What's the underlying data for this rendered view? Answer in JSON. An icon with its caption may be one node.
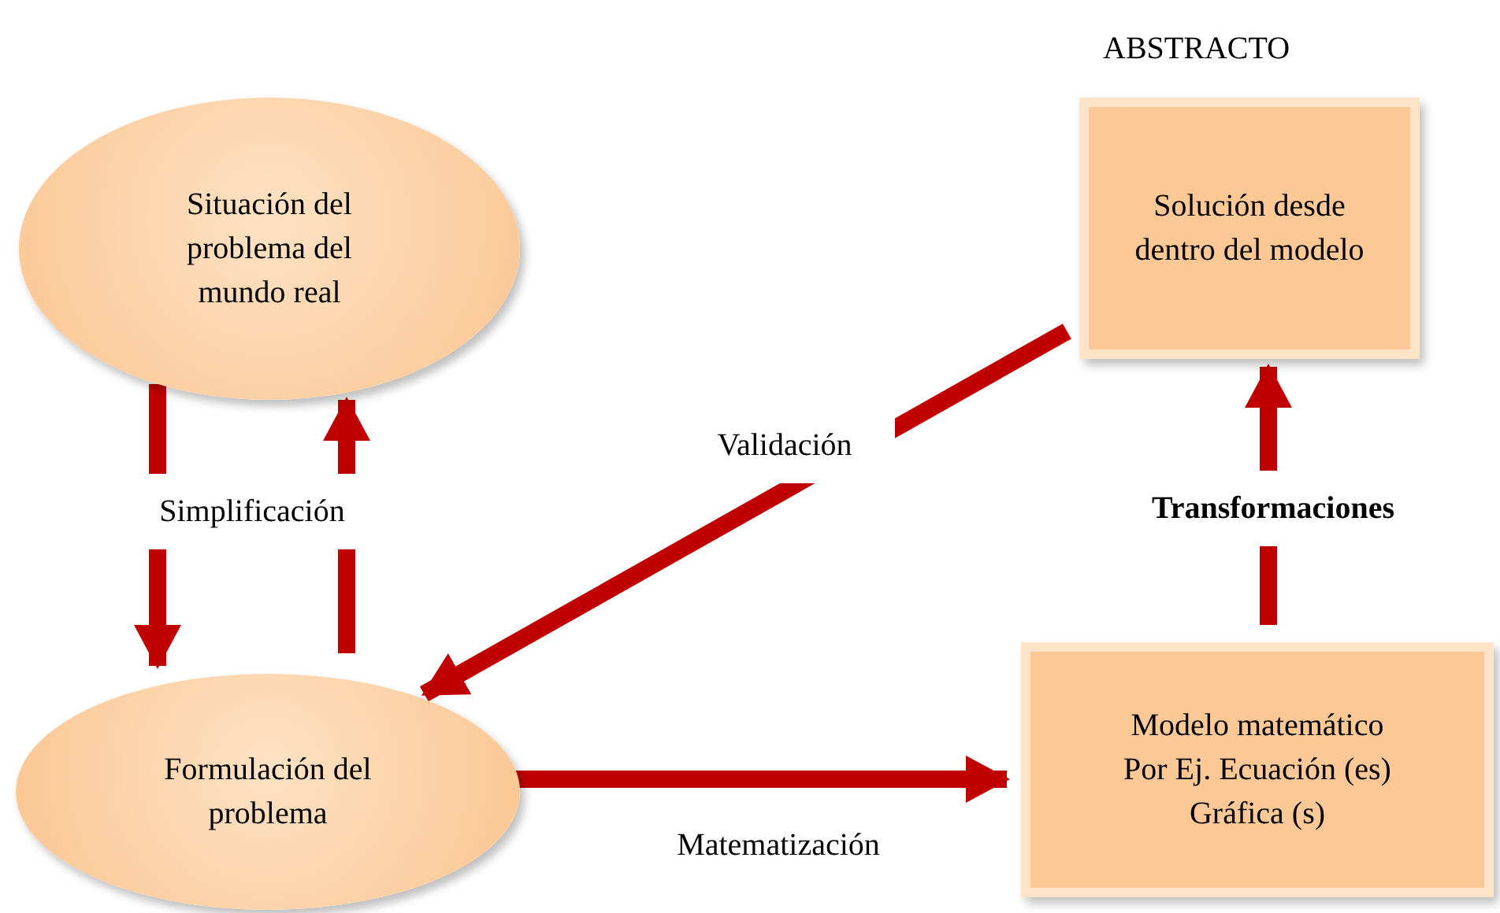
{
  "diagram": {
    "nodes": [
      {
        "text": [
          "Situación del problema del mundo real"
        ]
      },
      {
        "text": [
          "Formulación del problema"
        ]
      },
      {
        "text": [
          "Solución desde dentro del modelo"
        ],
        "beside": [
          "ABSTRACTO"
        ]
      },
      {
        "text": [
          "Modelo matemático",
          "Por Ej. Ecuación (es)",
          "Gráfica (s)"
        ]
      }
    ],
    "edges": [
      {
        "from": 0,
        "to": 1,
        "arrow": "to",
        "label": "Simplificación"
      },
      {
        "from": 1,
        "to": 0,
        "arrow": "to"
      },
      {
        "from": 2,
        "to": 1,
        "arrow": "to",
        "label": "Validación"
      },
      {
        "from": 1,
        "to": 3,
        "arrow": "to",
        "label": "Matematización"
      },
      {
        "from": 3,
        "to": 2,
        "arrow": "to",
        "label": "**Transformaciones**"
      }
    ]
  }
}
